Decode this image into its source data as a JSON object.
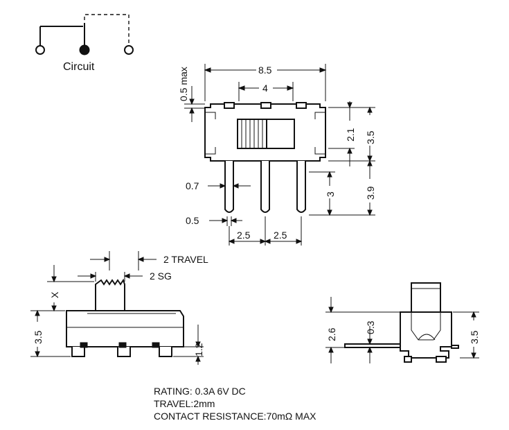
{
  "circuit": {
    "label": "Circuit"
  },
  "top_view": {
    "width_total": "8.5",
    "pin_span": "4",
    "max_tab": "0.5 max",
    "body_h": "2.1",
    "total_h": "3.5",
    "pin_len_total": "3.9",
    "pin_len": "3",
    "pin_w": "0.7",
    "pin_gap": "0.5",
    "pitch_left": "2.5",
    "pitch_right": "2.5"
  },
  "front_view": {
    "travel": "2 TRAVEL",
    "sg": "2 SG",
    "x_label": "X",
    "height": "3.5",
    "foot": "1.2"
  },
  "side_view": {
    "lead_h": "2.6",
    "lead_t": "0.3",
    "height": "3.5"
  },
  "specs": {
    "rating": "RATING: 0.3A 6V DC",
    "travel": "TRAVEL:2mm",
    "contact": "CONTACT RESISTANCE:70mΩ  MAX"
  },
  "colors": {
    "ink": "#111111",
    "paper": "#ffffff"
  }
}
